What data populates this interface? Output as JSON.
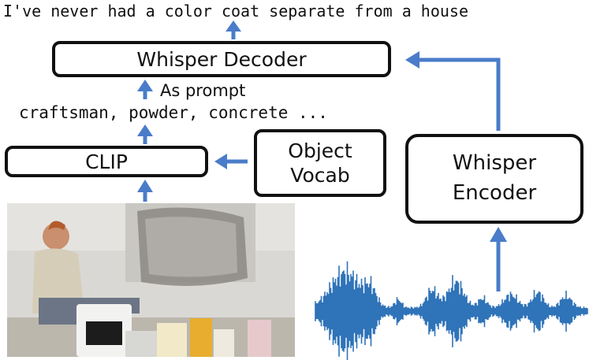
{
  "output_text": "I've never had a color coat separate from a house",
  "decoder_label": "Whisper Decoder",
  "prompt_label": "As prompt",
  "vocab_words": "craftsman, powder, concrete ...",
  "clip_label": "CLIP",
  "object_vocab_label": "Object Vocab",
  "encoder_label": "Whisper Encoder",
  "colors": {
    "arrow": "#4a7cc9",
    "waveform": "#2f73b8",
    "box_border": "#111111"
  },
  "icons": [
    "arrow-up-icon",
    "arrow-left-icon",
    "waveform-image",
    "video-frame-image"
  ]
}
